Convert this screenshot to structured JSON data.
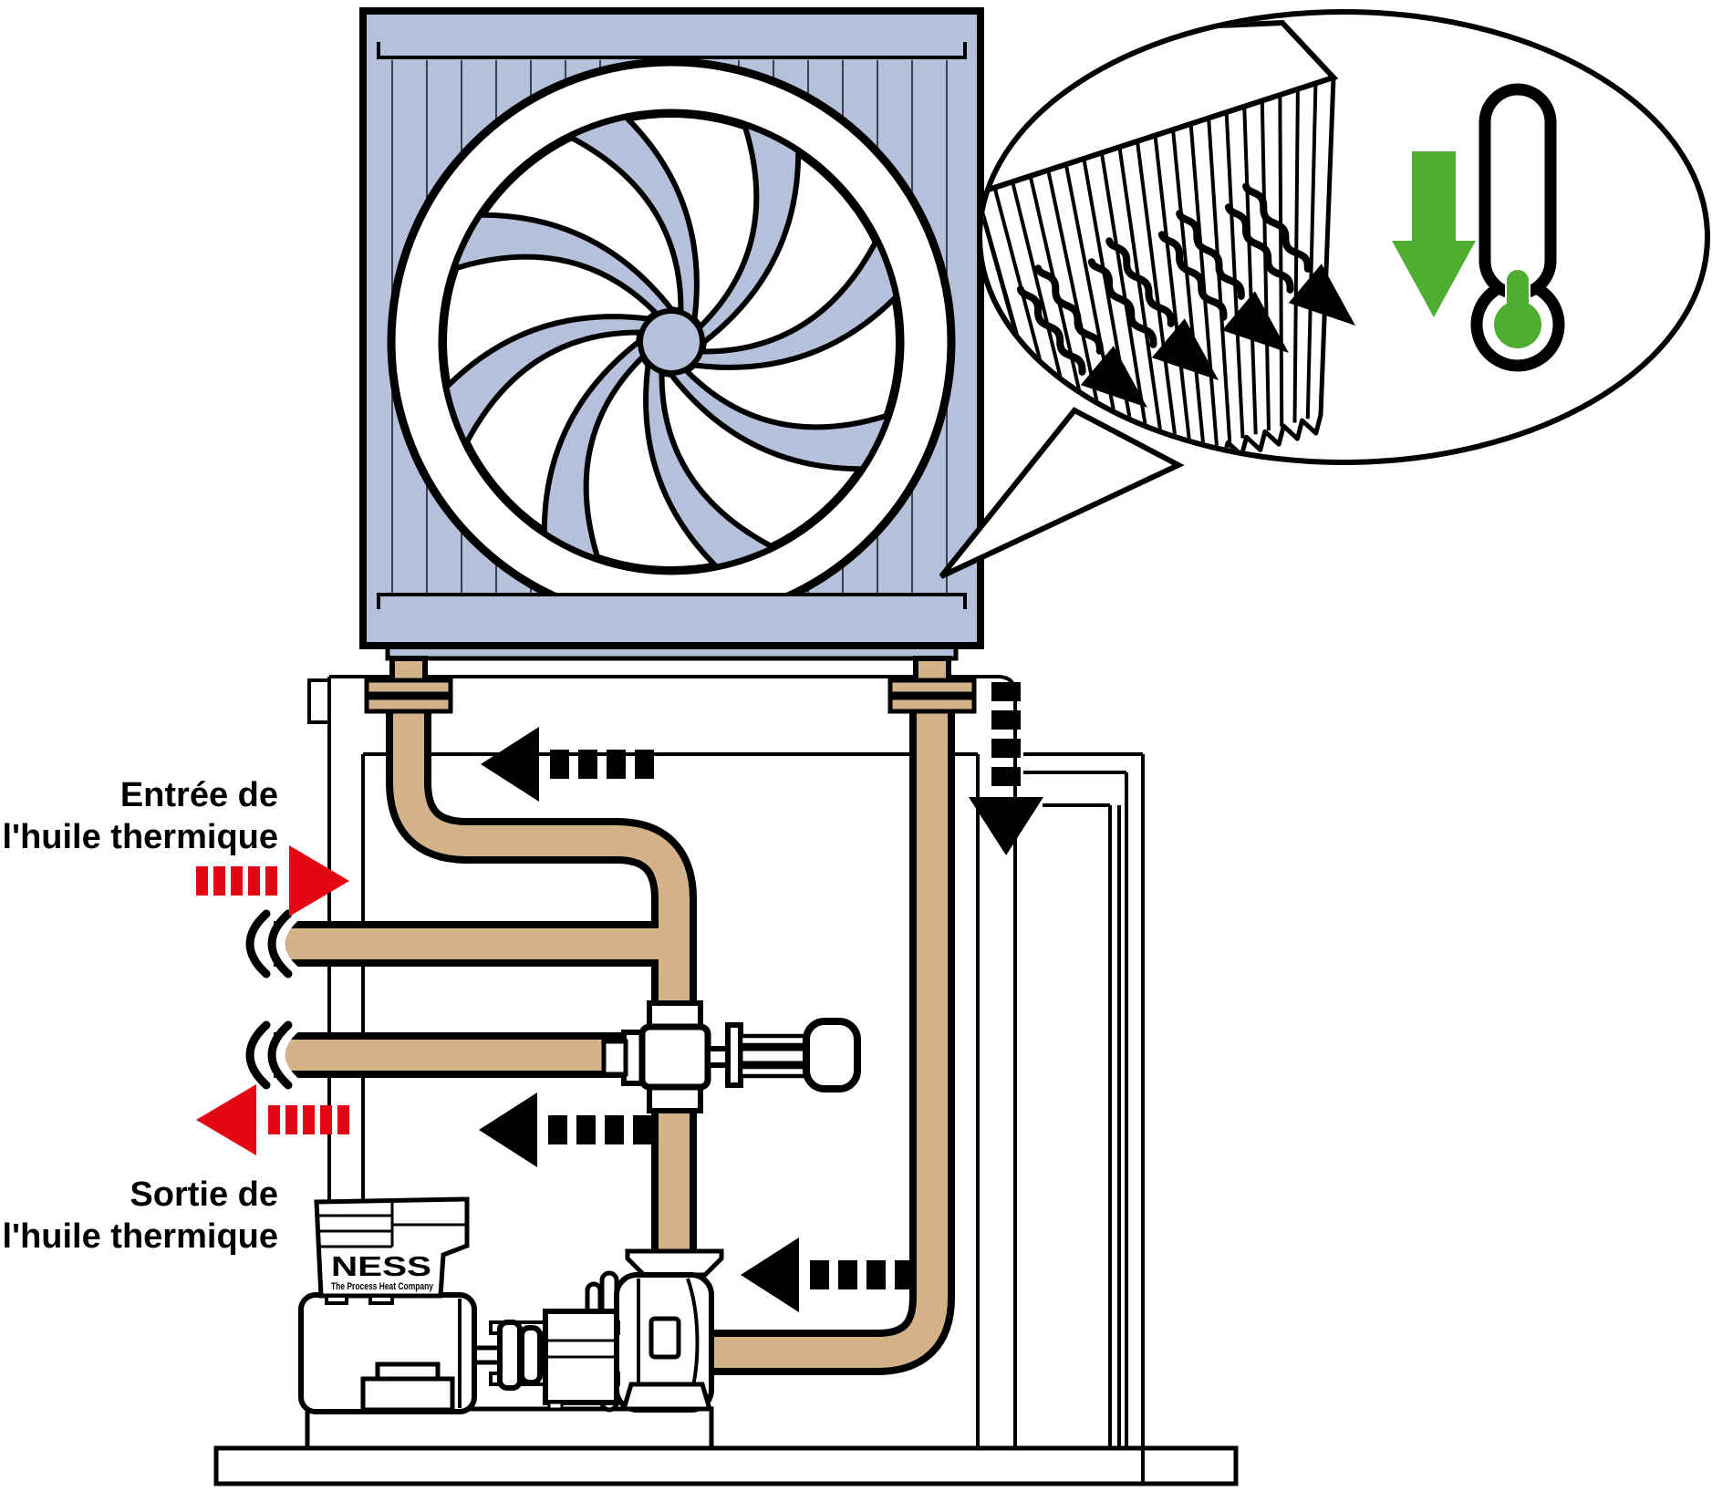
{
  "labels": {
    "inlet": {
      "line1": "Entrée de",
      "line2": "l'huile thermique"
    },
    "outlet": {
      "line1": "Sortie de",
      "line2": "l'huile thermique"
    }
  },
  "brand": {
    "name": "NESS",
    "tagline": "The Process Heat Company"
  },
  "colors": {
    "panel_blue": "#b5c0da",
    "pipe_tan": "#d3b287",
    "accent_red": "#e30613",
    "accent_green": "#4fad32",
    "fin_gray": "#3b4152",
    "line_black": "#000000"
  },
  "icons": {
    "fan": "fan-icon",
    "heatsink": "heatsink-fins-icon",
    "heat_flow": "heat-flow-arrow-icon",
    "temp_down": "temperature-down-arrow-icon",
    "thermometer": "thermometer-icon",
    "flow": "flow-direction-arrow-icon",
    "inlet": "inlet-arrow-icon",
    "outlet": "outlet-arrow-icon",
    "pipe_break": "pipe-break-icon"
  }
}
